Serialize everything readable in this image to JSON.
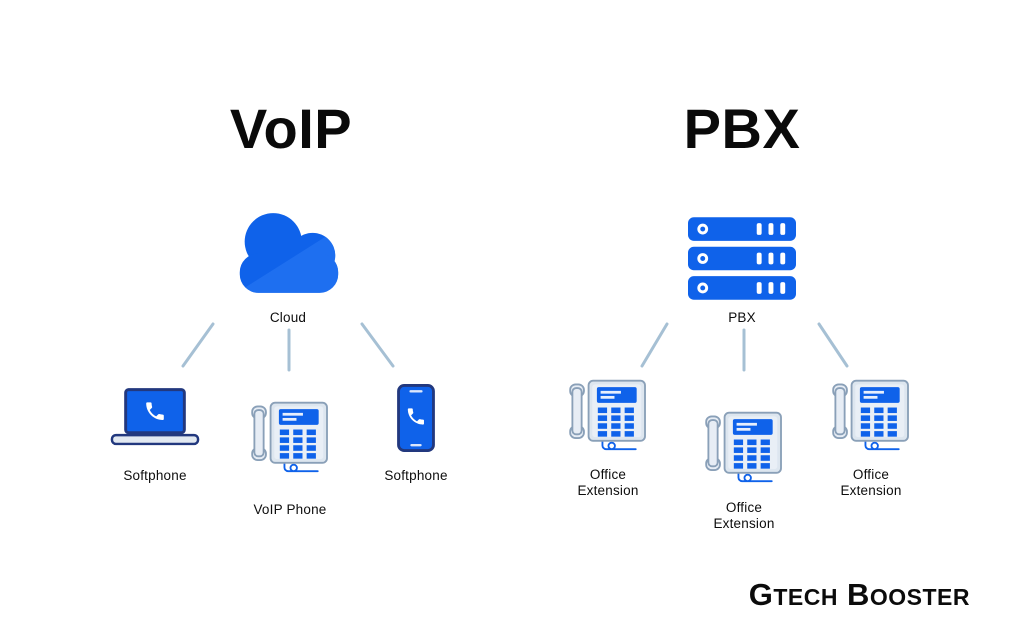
{
  "diagram": {
    "voip": {
      "title": "VoIP",
      "hub": {
        "label": "Cloud",
        "icon": "cloud-icon"
      },
      "devices": [
        {
          "label": "Softphone",
          "icon": "laptop-softphone-icon"
        },
        {
          "label": "VoIP Phone",
          "icon": "desk-phone-icon"
        },
        {
          "label": "Softphone",
          "icon": "smartphone-softphone-icon"
        }
      ]
    },
    "pbx": {
      "title": "PBX",
      "hub": {
        "label": "PBX",
        "icon": "server-stack-icon"
      },
      "devices": [
        {
          "label": "Office Extension",
          "icon": "desk-phone-icon"
        },
        {
          "label": "Office Extension",
          "icon": "desk-phone-icon"
        },
        {
          "label": "Office Extension",
          "icon": "desk-phone-icon"
        }
      ]
    },
    "branding": {
      "logo_segments": {
        "g": "G",
        "tech": "TECH",
        "b": "B",
        "ooster": "OOSTER"
      }
    },
    "colors": {
      "primary_blue": "#0f62ea",
      "cloud_highlight": "#2e7bf6",
      "outline_navy": "#22387e",
      "device_body": "#dde6ef",
      "device_outline": "#8aa0b8",
      "connector": "#a6c0d4",
      "text": "#0d0d0d"
    }
  }
}
